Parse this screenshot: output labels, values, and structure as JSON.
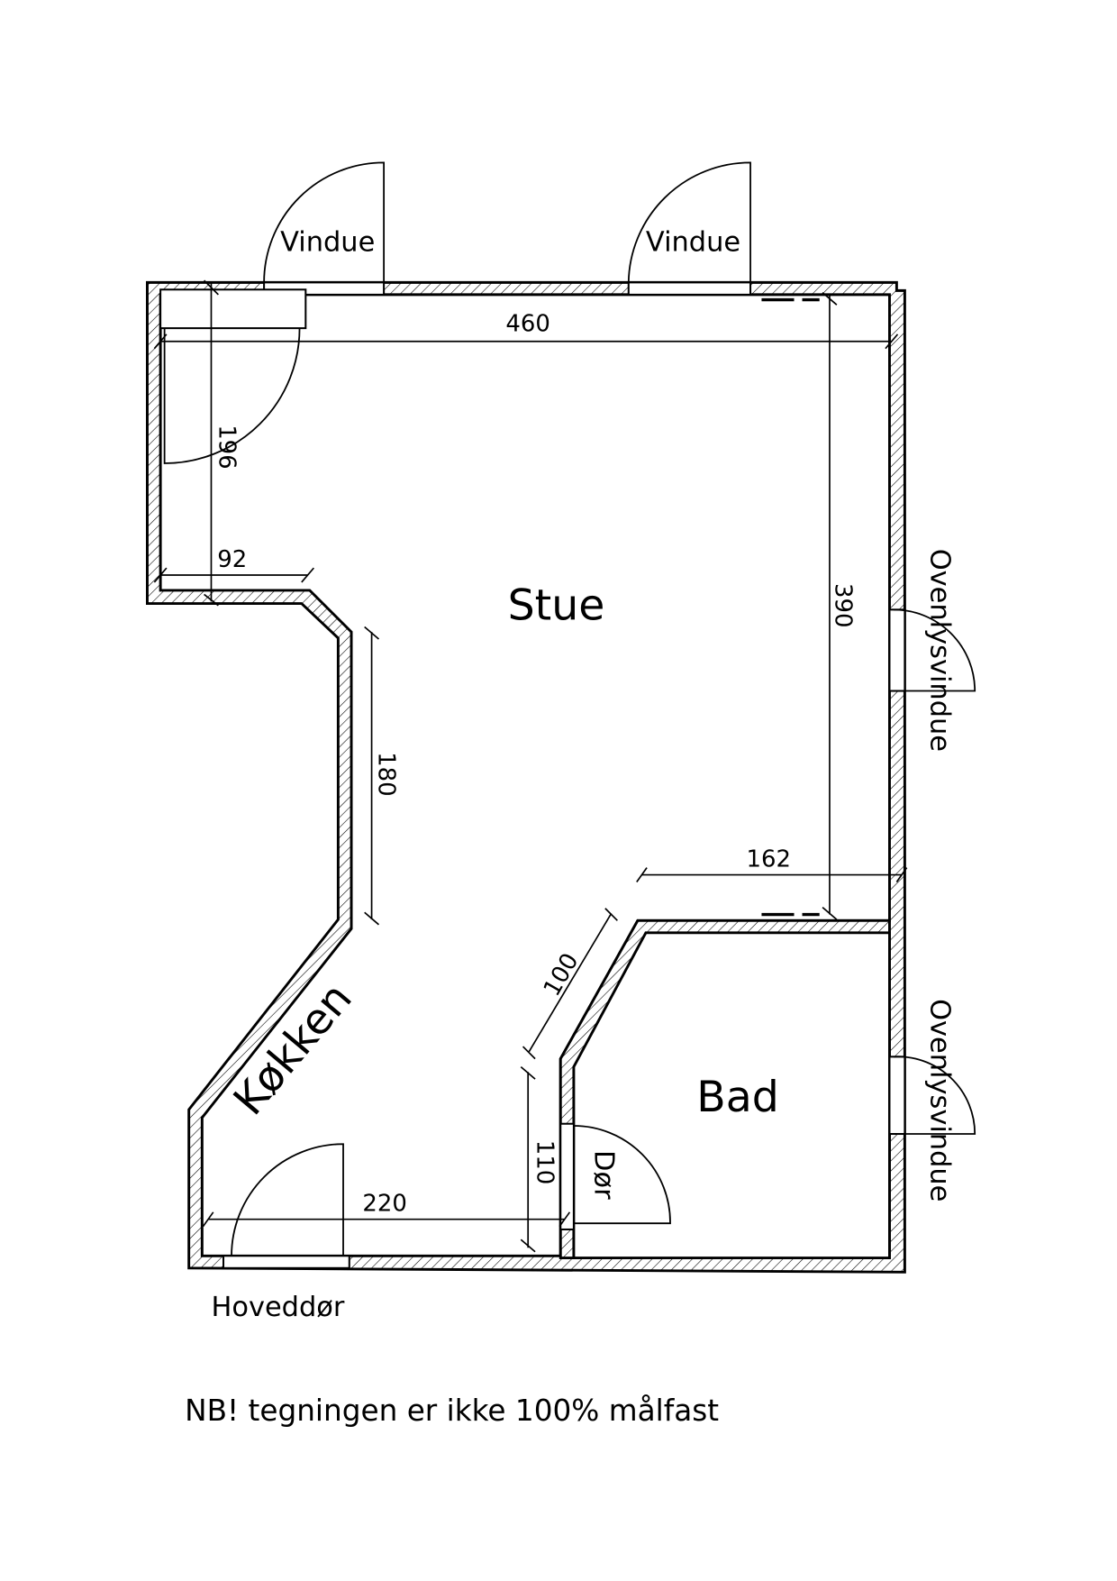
{
  "rooms": {
    "living_room": "Stue",
    "bathroom": "Bad",
    "kitchen": "Køkken"
  },
  "openings": {
    "window_left": "Vindue",
    "window_right": "Vindue",
    "skylight_upper": "Ovenlysvindue",
    "skylight_lower": "Ovenlysvindue",
    "bathroom_door": "Dør",
    "main_door": "Hoveddør"
  },
  "dimensions": {
    "top_width": "460",
    "left_height": "196",
    "left_nook_width": "92",
    "kitchen_wall": "180",
    "right_height": "390",
    "bath_top_width": "162",
    "bath_diagonal": "100",
    "bath_door_side": "110",
    "kitchen_bottom": "220"
  },
  "note": "NB! tegningen er ikke 100% målfast",
  "colors": {
    "line": "#000000",
    "background": "#ffffff"
  }
}
